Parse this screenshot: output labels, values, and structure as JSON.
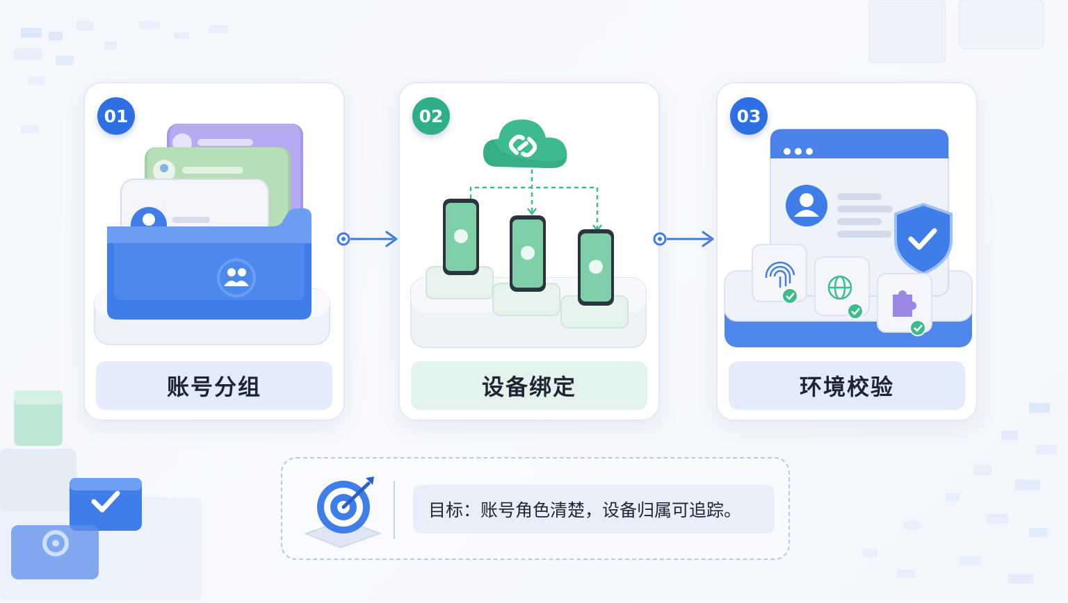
{
  "steps": [
    {
      "number": "01",
      "label": "账号分组",
      "badge_color": "#2e6fe4",
      "label_bg": "#e3ecfb"
    },
    {
      "number": "02",
      "label": "设备绑定",
      "badge_color": "#2fae88",
      "label_bg": "#e1f3ec"
    },
    {
      "number": "03",
      "label": "环境校验",
      "badge_color": "#2e6fe4",
      "label_bg": "#e3ecfb"
    }
  ],
  "goal": {
    "text": "目标：账号角色清楚，设备归属可追踪。"
  },
  "colors": {
    "blue": "#3c7ae8",
    "green": "#3dbb8f",
    "purple": "#9b88e4"
  }
}
